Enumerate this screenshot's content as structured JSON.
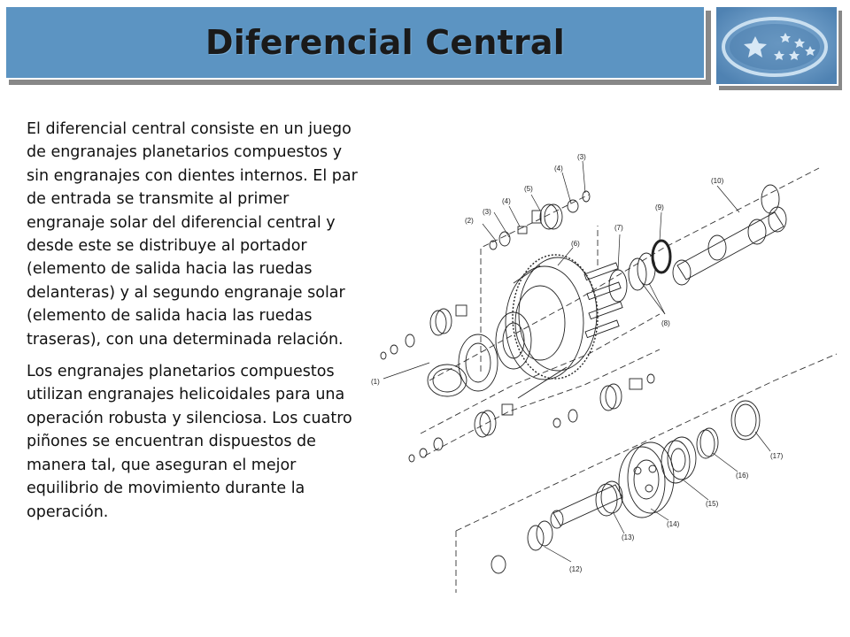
{
  "header": {
    "title": "Diferencial Central"
  },
  "logo": {
    "icon": "subaru-star-cluster-icon"
  },
  "content": {
    "paragraph1": "El diferencial central consiste en un juego de engranajes planetarios compuestos y sin engranajes con dientes internos.  El par de entrada se transmite al primer engranaje solar del diferencial central y desde este se distribuye al portador (elemento de salida hacia las ruedas delanteras) y al segundo engranaje solar (elemento de salida hacia las ruedas traseras), con una determinada relación.",
    "paragraph2": "Los engranajes planetarios compuestos utilizan engranajes helicoidales para una operación robusta y silenciosa.  Los cuatro piñones se encuentran dispuestos de manera tal, que aseguran el mejor equilibrio de movimiento durante la operación."
  },
  "diagram": {
    "labels": [
      "(1)",
      "(2)",
      "(3)",
      "(4)",
      "(5)",
      "(6)",
      "(3)",
      "(4)",
      "(7)",
      "(8)",
      "(9)",
      "(10)",
      "(12)",
      "(13)",
      "(14)",
      "(15)",
      "(16)",
      "(17)"
    ]
  },
  "colors": {
    "title_bar": "#5c94c2",
    "logo_bg": "#5a8dbd"
  }
}
